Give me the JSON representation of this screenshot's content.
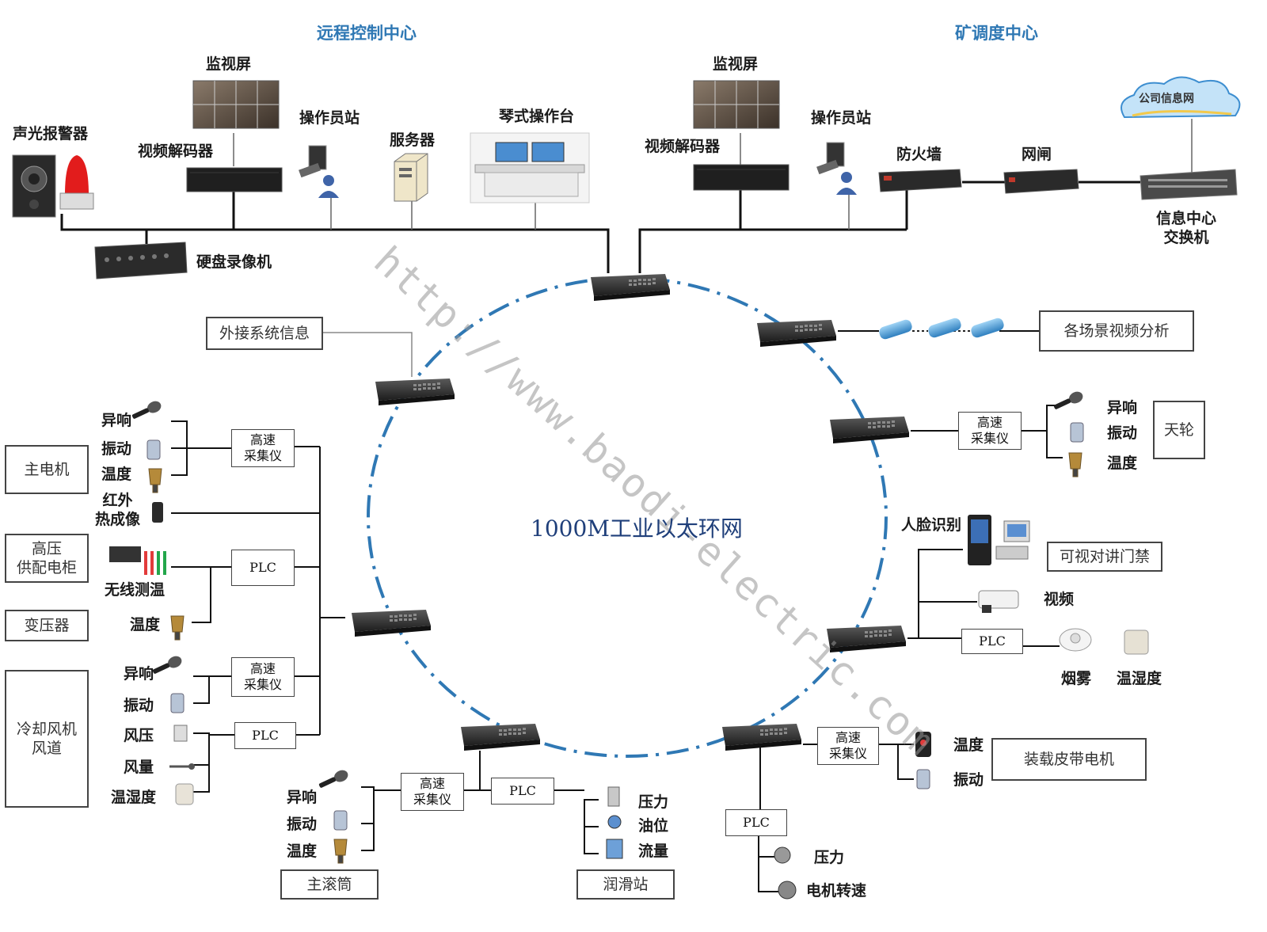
{
  "headers": {
    "remote_center": "远程控制中心",
    "mine_center": "矿调度中心"
  },
  "top": {
    "monitor_left": "监视屏",
    "monitor_right": "监视屏",
    "decoder_left": "视频解码器",
    "decoder_right": "视频解码器",
    "operator_left": "操作员站",
    "operator_right": "操作员站",
    "server": "服务器",
    "console": "琴式操作台",
    "alarm": "声光报警器",
    "nvr": "硬盘录像机",
    "firewall": "防火墙",
    "gatekeeper": "网闸",
    "cloud": "公司信息网",
    "info_switch": "信息中心\n交换机"
  },
  "ring": {
    "title": "1000M工业以太环网"
  },
  "watermark": "http://www.baodi-electric.com",
  "boxes": {
    "external": "外接系统信息",
    "video_analysis": "各场景视频分析",
    "sheave": "天轮",
    "door": "可视对讲门禁",
    "belt_motor": "装载皮带电机",
    "drum": "主滚筒",
    "lube": "润滑站",
    "main_motor": "主电机",
    "hv_cabinet": "高压\n供配电柜",
    "transformer": "变压器",
    "cooling_fan": "冷却风机\n风道"
  },
  "collectors": {
    "hs": "高速\n采集仪",
    "plc": "PLC"
  },
  "labels": {
    "noise": "异响",
    "vibration": "振动",
    "temperature": "温度",
    "infrared": "红外\n热成像",
    "wireless_temp": "无线测温",
    "air_pressure": "风压",
    "air_volume": "风量",
    "temp_humidity": "温湿度",
    "pressure": "压力",
    "oil_level": "油位",
    "flow": "流量",
    "motor_speed": "电机转速",
    "face_recognition": "人脸识别",
    "video": "视频",
    "smoke": "烟雾"
  },
  "colors": {
    "ring": "#2f78b4",
    "header": "#2f78b4",
    "line": "#111111",
    "title": "#1f3f7a"
  }
}
